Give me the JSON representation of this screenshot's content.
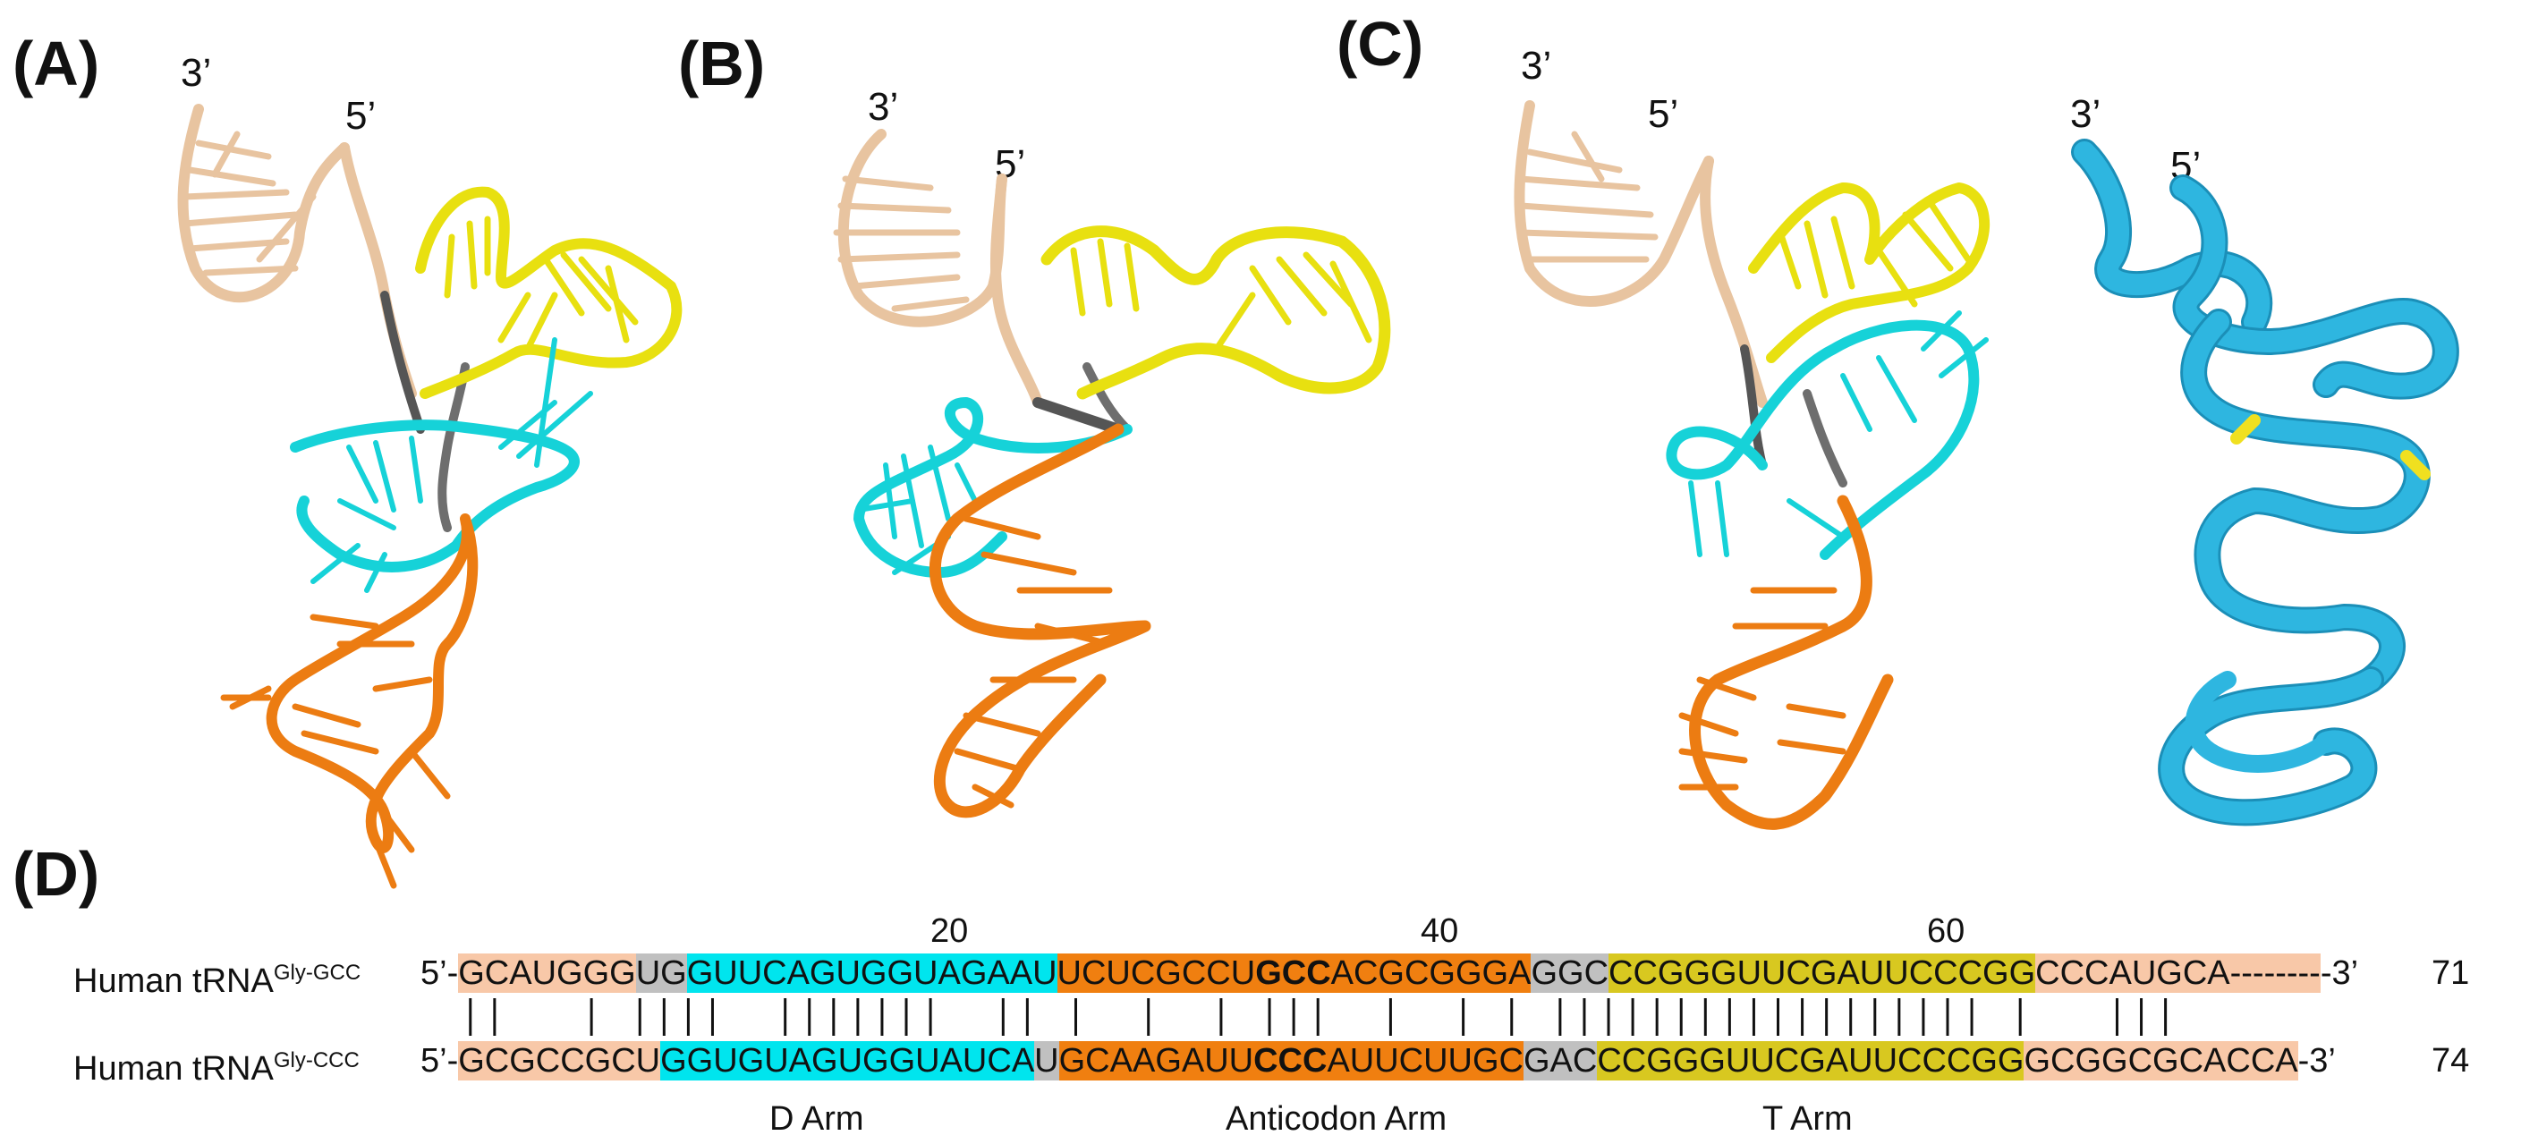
{
  "panels": {
    "A": {
      "letter": "(A)",
      "end3": "3’",
      "end5": "5’"
    },
    "B": {
      "letter": "(B)",
      "end3": "3’",
      "end5": "5’"
    },
    "C": {
      "letter": "(C)",
      "end3": "3’",
      "end5": "5’",
      "protein_end3": "3’",
      "protein_end5": "5’"
    },
    "D": {
      "letter": "(D)"
    }
  },
  "colors": {
    "acceptor": "#e8c4a0",
    "d_arm": "#00e5ee",
    "anticodon": "#f07f10",
    "t_arm": "#d8c820",
    "linker": "#c0c0c0",
    "acceptor_bg": "#f8c8a8",
    "protein": "#2eb6e0",
    "protein_highlight": "#f0e020",
    "connector": "#555555"
  },
  "alignment": {
    "positions": [
      "20",
      "40",
      "60"
    ],
    "row1": {
      "name": "Human tRNA",
      "sup": "Gly-GCC",
      "prefix": "5’-",
      "segments": [
        {
          "text": "GCAUGGG",
          "role": "acceptor"
        },
        {
          "text": "UG",
          "role": "linker"
        },
        {
          "text": "GUUCAGUGGUAGAAU",
          "role": "d_arm"
        },
        {
          "text": "UCUCGCCU",
          "role": "anticodon"
        },
        {
          "text": "GCC",
          "role": "anticodon",
          "bold": true
        },
        {
          "text": "ACGCGGGA",
          "role": "anticodon"
        },
        {
          "text": "GGC",
          "role": "linker"
        },
        {
          "text": "CCGGGUUCGAUUCCCGG",
          "role": "t_arm"
        },
        {
          "text": "CCCAUGCA--------",
          "role": "acceptor"
        }
      ],
      "suffix": "-3’",
      "length": "71"
    },
    "row2": {
      "name": "Human tRNA",
      "sup": "Gly-CCC",
      "prefix": "5’-",
      "segments": [
        {
          "text": "GCGCCGCU",
          "role": "acceptor"
        },
        {
          "text": "GGUGUAGUGGUAUCA",
          "role": "d_arm"
        },
        {
          "text": "U",
          "role": "linker"
        },
        {
          "text": "GCAAGAUU",
          "role": "anticodon"
        },
        {
          "text": "CCC",
          "role": "anticodon",
          "bold": true
        },
        {
          "text": "AUUCUUGC",
          "role": "anticodon"
        },
        {
          "text": "GAC",
          "role": "linker"
        },
        {
          "text": "CCGGGUUCGAUUCCCGG",
          "role": "t_arm"
        },
        {
          "text": "GCGGCGCACCA",
          "role": "acceptor"
        }
      ],
      "suffix": "-3’",
      "length": "74"
    },
    "arm_labels": [
      "D Arm",
      "Anticodon Arm",
      "T Arm"
    ]
  }
}
